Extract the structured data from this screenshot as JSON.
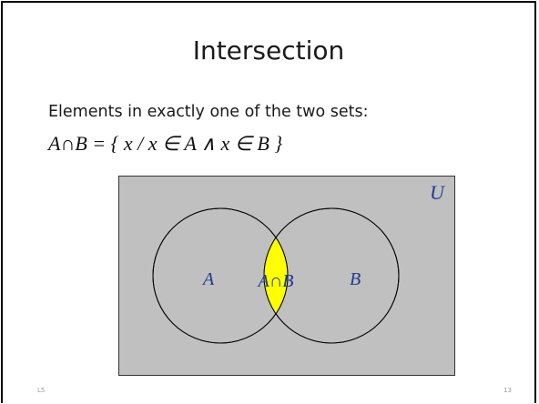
{
  "slide": {
    "title": "Intersection",
    "subtitle": "Elements in exactly one of the two sets:",
    "formula": "A∩B = { x / x ∈ A  ∧  x ∈ B }",
    "footer_left": "L5",
    "footer_right": "13"
  },
  "venn": {
    "universe_label": "U",
    "set_a_label": "A",
    "set_b_label": "B",
    "intersection_label": "A∩B",
    "universe_color": "#c0c0c0",
    "intersection_color": "#ffff00",
    "label_color": "#1f3a93"
  }
}
